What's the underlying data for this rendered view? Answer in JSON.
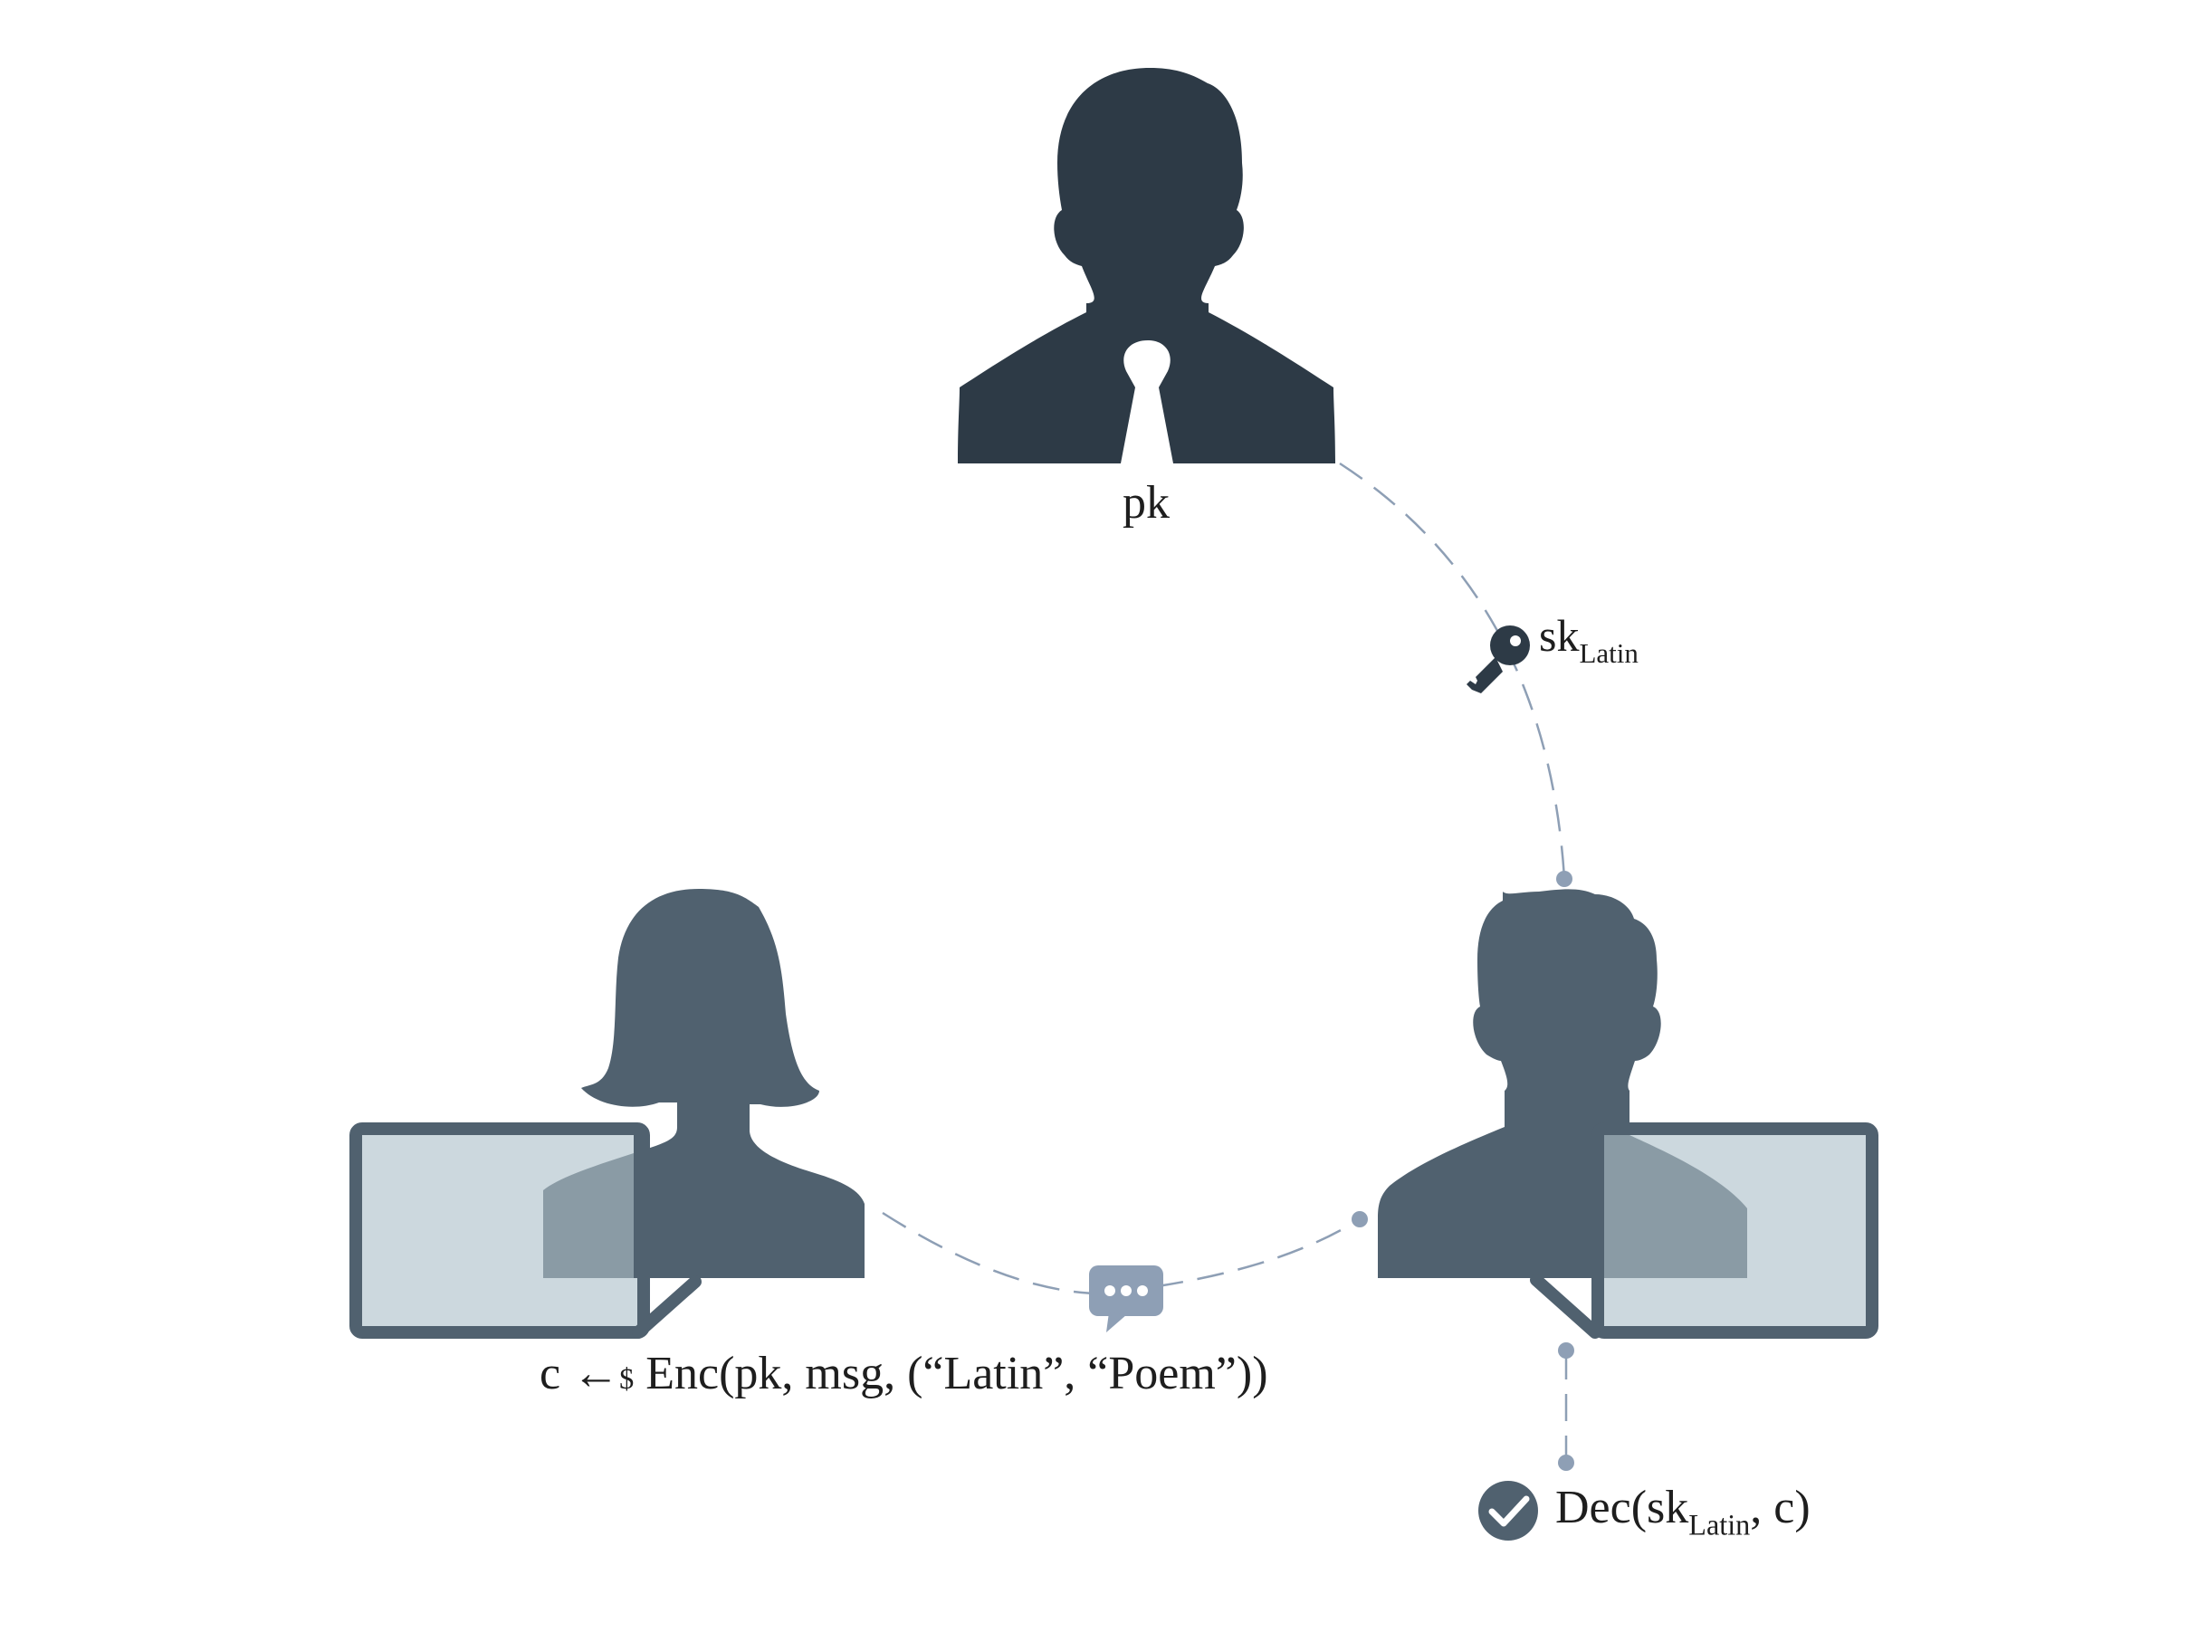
{
  "labels": {
    "authority": {
      "text": "pk"
    },
    "key_edge": {
      "base": "sk",
      "sub": "Latin"
    },
    "encryption": {
      "lhs": "c ",
      "arrow": "←",
      "rand": "$",
      "rhs": " Enc(pk, msg, (“Latin”, “Poem”))"
    },
    "decryption": {
      "pre": "Dec(sk",
      "sub": "Latin",
      "post": ", c)"
    }
  },
  "colors": {
    "authority": "#2d3a46",
    "user": "#50616f",
    "laptop_screen": "#ccd8de",
    "laptop_overlap": "#8a9ba5",
    "edge": "#8e9fb5",
    "icon_light": "#8e9fb5",
    "icon_dark": "#2d3a46",
    "check": "#50616f"
  },
  "icons": [
    "authority-person-icon",
    "sender-person-icon",
    "receiver-person-icon",
    "laptop-icon",
    "key-icon",
    "chat-bubble-icon",
    "checkmark-icon"
  ]
}
